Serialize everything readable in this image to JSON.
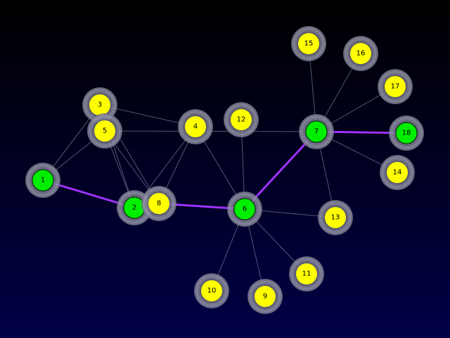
{
  "colors": {
    "background_top": "#000000",
    "background_bottom": "#000046",
    "node_halo": "#8c8ca0",
    "node_default": "#ffff00",
    "node_path": "#00ee00",
    "edge_default": "#6e6e8c",
    "edge_path": "#9b30ff"
  },
  "graph": {
    "nodes": [
      {
        "id": "1",
        "label": "1",
        "state": "path"
      },
      {
        "id": "2",
        "label": "2",
        "state": "path"
      },
      {
        "id": "3",
        "label": "3",
        "state": "default"
      },
      {
        "id": "4",
        "label": "4",
        "state": "default"
      },
      {
        "id": "5",
        "label": "5",
        "state": "default"
      },
      {
        "id": "6",
        "label": "6",
        "state": "path"
      },
      {
        "id": "7",
        "label": "7",
        "state": "path"
      },
      {
        "id": "8",
        "label": "8",
        "state": "default"
      },
      {
        "id": "9",
        "label": "9",
        "state": "default"
      },
      {
        "id": "10",
        "label": "10",
        "state": "default"
      },
      {
        "id": "11",
        "label": "11",
        "state": "default"
      },
      {
        "id": "12",
        "label": "12",
        "state": "default"
      },
      {
        "id": "13",
        "label": "13",
        "state": "default"
      },
      {
        "id": "14",
        "label": "14",
        "state": "default"
      },
      {
        "id": "15",
        "label": "15",
        "state": "default"
      },
      {
        "id": "16",
        "label": "16",
        "state": "default"
      },
      {
        "id": "17",
        "label": "17",
        "state": "default"
      },
      {
        "id": "18",
        "label": "18",
        "state": "path"
      }
    ],
    "edges": [
      {
        "from": "1",
        "to": "3",
        "state": "default"
      },
      {
        "from": "1",
        "to": "5",
        "state": "default"
      },
      {
        "from": "1",
        "to": "2",
        "state": "path"
      },
      {
        "from": "3",
        "to": "4",
        "state": "default"
      },
      {
        "from": "3",
        "to": "2",
        "state": "default"
      },
      {
        "from": "3",
        "to": "8",
        "state": "default"
      },
      {
        "from": "5",
        "to": "2",
        "state": "default"
      },
      {
        "from": "5",
        "to": "8",
        "state": "default"
      },
      {
        "from": "5",
        "to": "7",
        "state": "default"
      },
      {
        "from": "4",
        "to": "2",
        "state": "default"
      },
      {
        "from": "4",
        "to": "8",
        "state": "default"
      },
      {
        "from": "4",
        "to": "6",
        "state": "default"
      },
      {
        "from": "2",
        "to": "8",
        "state": "default"
      },
      {
        "from": "8",
        "to": "6",
        "state": "path"
      },
      {
        "from": "6",
        "to": "12",
        "state": "default"
      },
      {
        "from": "6",
        "to": "7",
        "state": "path"
      },
      {
        "from": "6",
        "to": "13",
        "state": "default"
      },
      {
        "from": "6",
        "to": "11",
        "state": "default"
      },
      {
        "from": "6",
        "to": "9",
        "state": "default"
      },
      {
        "from": "6",
        "to": "10",
        "state": "default"
      },
      {
        "from": "7",
        "to": "15",
        "state": "default"
      },
      {
        "from": "7",
        "to": "16",
        "state": "default"
      },
      {
        "from": "7",
        "to": "17",
        "state": "default"
      },
      {
        "from": "7",
        "to": "18",
        "state": "path"
      },
      {
        "from": "7",
        "to": "14",
        "state": "default"
      },
      {
        "from": "7",
        "to": "13",
        "state": "default"
      }
    ]
  }
}
